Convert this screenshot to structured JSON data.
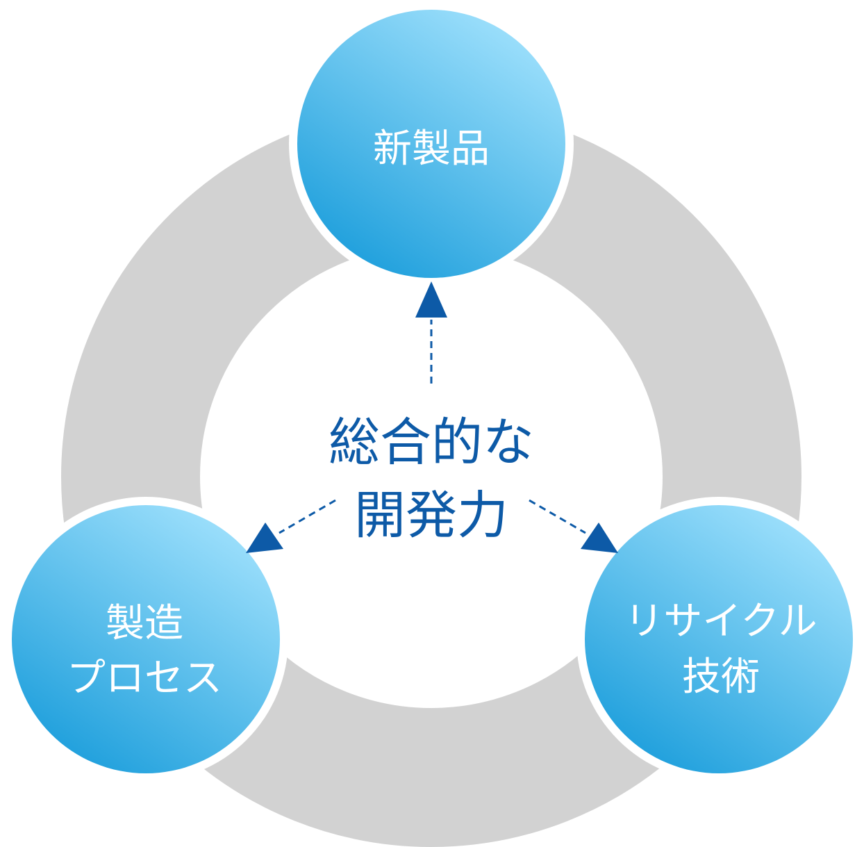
{
  "center": {
    "line1": "総合的な",
    "line2": "開発力"
  },
  "nodes": {
    "top": {
      "label": "新製品"
    },
    "left": {
      "line1": "製造",
      "line2": "プロセス"
    },
    "right": {
      "line1": "リサイクル",
      "line2": "技術"
    }
  },
  "colors": {
    "ring": "#d2d2d2",
    "circle_light": "#9ee0fc",
    "circle_dark": "#1e9fdc",
    "center_text": "#0d5aa7",
    "arrow": "#0d5aa7"
  }
}
